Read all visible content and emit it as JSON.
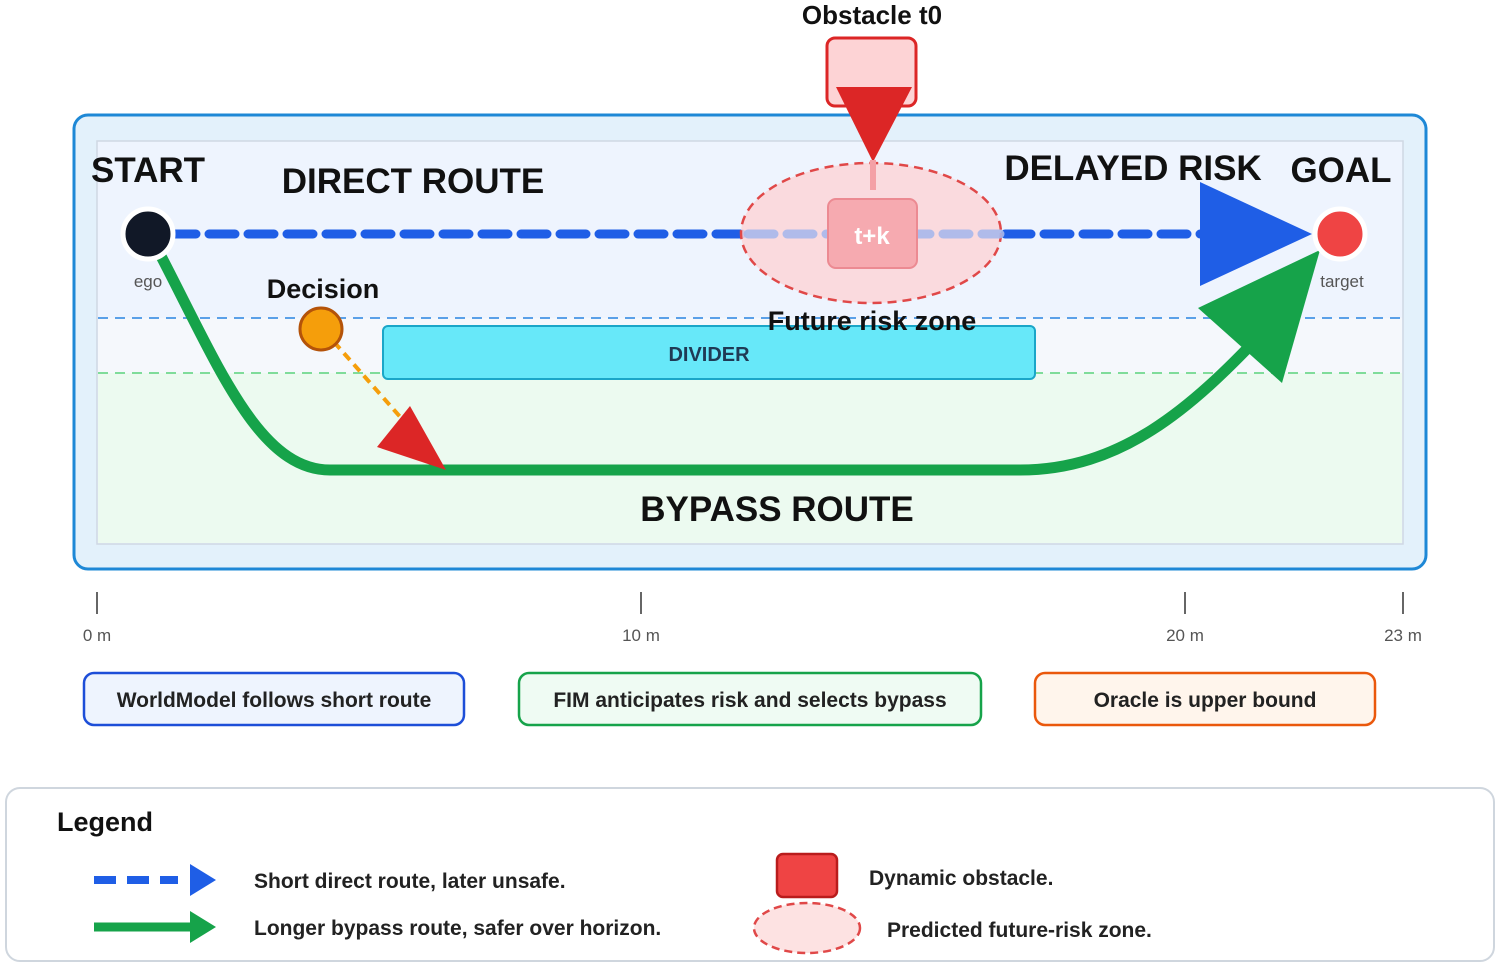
{
  "diagram": {
    "labels": {
      "start": "START",
      "goal": "GOAL",
      "direct_route": "DIRECT ROUTE",
      "delayed_risk": "DELAYED RISK",
      "bypass_route": "BYPASS ROUTE",
      "decision": "Decision",
      "obstacle_t0": "Obstacle t0",
      "obstacle_future": "t+k",
      "future_risk_zone": "Future risk zone",
      "divider": "DIVIDER",
      "ego": "ego",
      "target": "target"
    },
    "scale": {
      "ticks": [
        "0 m",
        "10 m",
        "20 m",
        "23 m"
      ]
    },
    "summaries": [
      {
        "text": "WorldModel follows short route",
        "color": "#1d4ed8"
      },
      {
        "text": "FIM anticipates risk and selects bypass",
        "color": "#16a34a"
      },
      {
        "text": "Oracle is upper bound",
        "color": "#ea580c"
      }
    ],
    "legend": {
      "title": "Legend",
      "items": [
        {
          "text": "Short direct route, later unsafe."
        },
        {
          "text": "Longer bypass route, safer over horizon."
        },
        {
          "text": "Dynamic obstacle."
        },
        {
          "text": "Predicted future-risk zone."
        }
      ]
    },
    "colors": {
      "direct": "#1f5ee6",
      "bypass": "#16a34a",
      "decision": "#f59e0b",
      "obstacle": "#dc2626",
      "divider": "#67e8f9",
      "frame": "#1e88d6"
    }
  }
}
